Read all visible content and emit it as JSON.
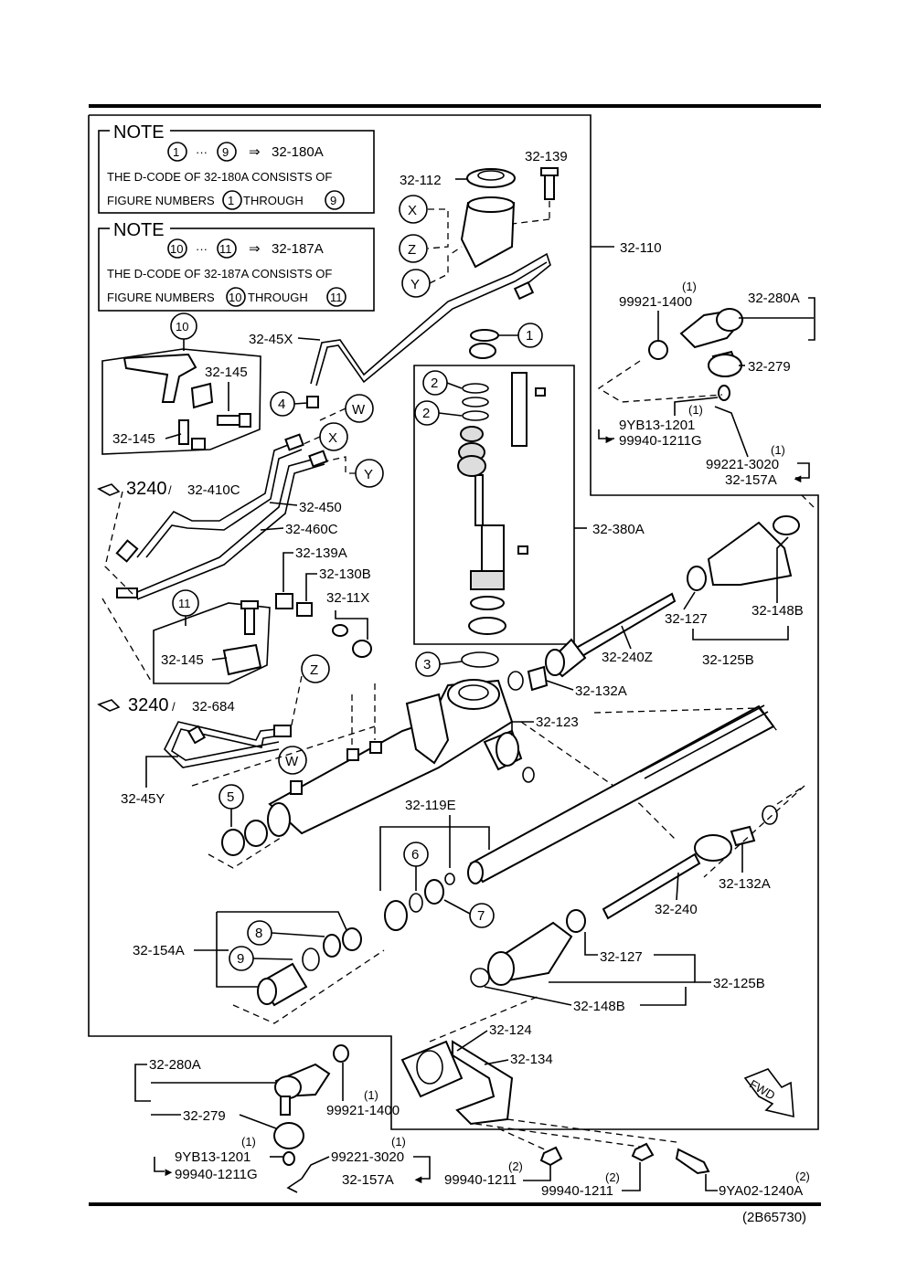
{
  "note1": {
    "title": "NOTE",
    "range_from": "1",
    "range_to": "9",
    "arrow_code": "32-180A",
    "line1": "THE D-CODE OF 32-180A CONSISTS OF",
    "line2_pre": "FIGURE NUMBERS",
    "line2_a": "1",
    "line2_mid": "THROUGH",
    "line2_b": "9"
  },
  "note2": {
    "title": "NOTE",
    "range_from": "10",
    "range_to": "11",
    "arrow_code": "32-187A",
    "line1": "THE D-CODE OF 32-187A CONSISTS OF",
    "line2_pre": "FIGURE NUMBERS",
    "line2_a": "10",
    "line2_mid": "THROUGH",
    "line2_b": "11"
  },
  "labels": {
    "p32_139": "32-139",
    "p32_112": "32-112",
    "p32_110": "32-110",
    "p32_45X": "32-45X",
    "p32_145a": "32-145",
    "p32_145b": "32-145",
    "p32_145c": "32-145",
    "p3240a": "3240",
    "p32_410C": "32-410C",
    "p32_450": "32-450",
    "p32_460C": "32-460C",
    "p32_139A": "32-139A",
    "p32_130B": "32-130B",
    "p32_11X": "32-11X",
    "p3240b": "3240",
    "p32_684": "32-684",
    "p32_45Y": "32-45Y",
    "p32_380A": "32-380A",
    "p32_240Z": "32-240Z",
    "p32_132A_a": "32-132A",
    "p32_123": "32-123",
    "p32_127a": "32-127",
    "p32_125B_a": "32-125B",
    "p32_148B_a": "32-148B",
    "p32_119E": "32-119E",
    "p32_132A_b": "32-132A",
    "p32_240": "32-240",
    "p32_127b": "32-127",
    "p32_125B_b": "32-125B",
    "p32_148B_b": "32-148B",
    "p32_154A": "32-154A",
    "p32_124": "32-124",
    "p32_134": "32-134",
    "p32_280A_a": "32-280A",
    "p99921_1400_a": "99921-1400",
    "p99921_1400_a_q": "(1)",
    "p32_279_a": "32-279",
    "p9YB13_1201_a": "9YB13-1201",
    "p9YB13_1201_a_q": "(1)",
    "p99940_1211G_a": "99940-1211G",
    "p99221_3020_a": "99221-3020",
    "p99221_3020_a_q": "(1)",
    "p32_157A_a": "32-157A",
    "p32_280A_b": "32-280A",
    "p32_279_b": "32-279",
    "p99921_1400_b": "99921-1400",
    "p99921_1400_b_q": "(1)",
    "p9YB13_1201_b": "9YB13-1201",
    "p9YB13_1201_b_q": "(1)",
    "p99940_1211G_b": "99940-1211G",
    "p99221_3020_b": "99221-3020",
    "p99221_3020_b_q": "(1)",
    "p32_157A_b": "32-157A",
    "p99940_1211_a": "99940-1211",
    "p99940_1211_a_q": "(2)",
    "p99940_1211_b": "99940-1211",
    "p99940_1211_b_q": "(2)",
    "p9YA02_1240A": "9YA02-1240A",
    "p9YA02_1240A_q": "(2)",
    "fwd": "FWD",
    "figure_code": "(2B65730)"
  },
  "callouts": {
    "c1": "1",
    "c2a": "2",
    "c2b": "2",
    "c3": "3",
    "c4": "4",
    "c5": "5",
    "c6": "6",
    "c7": "7",
    "c8": "8",
    "c9": "9",
    "c10": "10",
    "c11": "11",
    "cX1": "X",
    "cX2": "X",
    "cY1": "Y",
    "cY2": "Y",
    "cZ1": "Z",
    "cZ2": "Z",
    "cW1": "W",
    "cW2": "W"
  }
}
